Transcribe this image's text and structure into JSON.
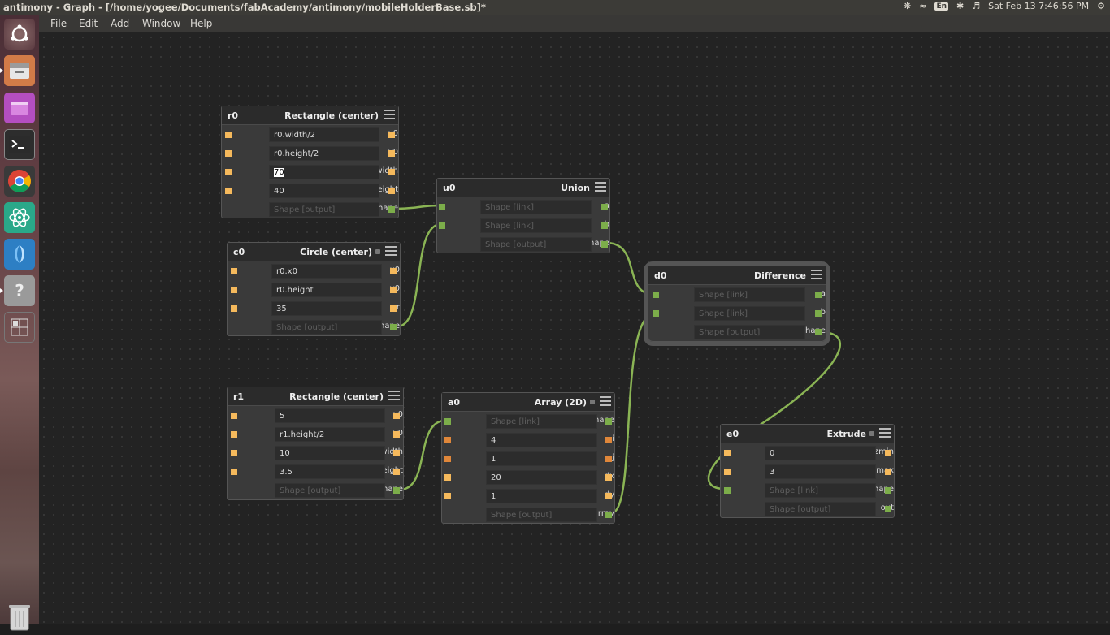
{
  "topbar": {
    "title": "antimony - Graph - [/home/yogee/Documents/fabAcademy/antimony/mobileHolderBase.sb]*",
    "keyboard": "En",
    "datetime": "Sat Feb 13  7:46:56 PM",
    "icons": [
      "dropbox-icon",
      "wifi-icon",
      "bluetooth-icon",
      "volume-icon",
      "gear-icon"
    ]
  },
  "launcher": {
    "items": [
      "ubuntu-dash-icon",
      "files-icon",
      "software-center-icon",
      "terminal-icon",
      "chrome-icon",
      "atom-icon",
      "app-icon",
      "help-icon",
      "workspace-switcher-icon",
      "trash-icon"
    ]
  },
  "menu": {
    "file": "File",
    "edit": "Edit",
    "add": "Add",
    "window": "Window",
    "help": "Help"
  },
  "colors": {
    "wire": "#8ab454",
    "port_in": "#f5b95c",
    "port_out_shape": "#7cad4a",
    "port_int": "#e0873a"
  },
  "nodes": {
    "r0": {
      "id": "r0",
      "type": "Rectangle (center)",
      "rows": [
        {
          "label": "x0",
          "value": "r0.width/2"
        },
        {
          "label": "y0",
          "value": "r0.height/2"
        },
        {
          "label": "width",
          "value": "70"
        },
        {
          "label": "height",
          "value": "40"
        },
        {
          "label": "shape",
          "value": "Shape [output]"
        }
      ]
    },
    "c0": {
      "id": "c0",
      "type": "Circle (center)",
      "rows": [
        {
          "label": "x0",
          "value": "r0.x0"
        },
        {
          "label": "y0",
          "value": "r0.height"
        },
        {
          "label": "r",
          "value": "35"
        },
        {
          "label": "shape",
          "value": "Shape [output]"
        }
      ]
    },
    "u0": {
      "id": "u0",
      "type": "Union",
      "rows": [
        {
          "label": "a",
          "value": "Shape [link]"
        },
        {
          "label": "b",
          "value": "Shape [link]"
        },
        {
          "label": "shape",
          "value": "Shape [output]"
        }
      ]
    },
    "d0": {
      "id": "d0",
      "type": "Difference",
      "rows": [
        {
          "label": "a",
          "value": "Shape [link]"
        },
        {
          "label": "b",
          "value": "Shape [link]"
        },
        {
          "label": "shape",
          "value": "Shape [output]"
        }
      ]
    },
    "r1": {
      "id": "r1",
      "type": "Rectangle (center)",
      "rows": [
        {
          "label": "x0",
          "value": "5"
        },
        {
          "label": "y0",
          "value": "r1.height/2"
        },
        {
          "label": "width",
          "value": "10"
        },
        {
          "label": "height",
          "value": "3.5"
        },
        {
          "label": "shape",
          "value": "Shape [output]"
        }
      ]
    },
    "a0": {
      "id": "a0",
      "type": "Array (2D)",
      "rows": [
        {
          "label": "shape",
          "value": "Shape [link]"
        },
        {
          "label": "i",
          "value": "4"
        },
        {
          "label": "j",
          "value": "1"
        },
        {
          "label": "dx",
          "value": "20"
        },
        {
          "label": "dy",
          "value": "1"
        },
        {
          "label": "array",
          "value": "Shape [output]"
        }
      ]
    },
    "e0": {
      "id": "e0",
      "type": "Extrude",
      "rows": [
        {
          "label": "zmin",
          "value": "0"
        },
        {
          "label": "zmax",
          "value": "3"
        },
        {
          "label": "shape",
          "value": "Shape [link]"
        },
        {
          "label": "out",
          "value": "Shape [output]"
        }
      ]
    }
  }
}
